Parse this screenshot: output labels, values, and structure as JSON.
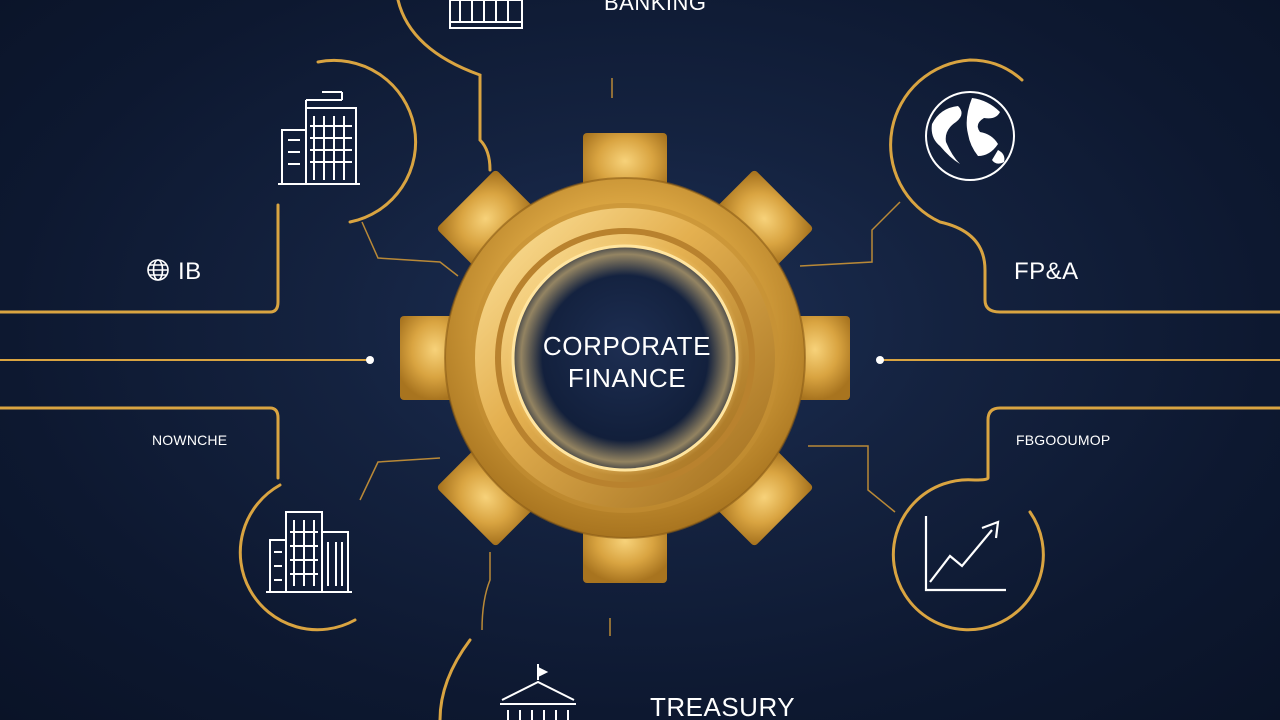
{
  "center": {
    "line1": "CORPORATE",
    "line2": "FINANCE"
  },
  "nodes": {
    "banking": "BANKING",
    "ib": "IB",
    "fpa": "FP&A",
    "left_lower": "NOWNCHE",
    "right_lower": "FBGOOUMOP",
    "treasury": "TREASURY"
  },
  "icons": {
    "banking": "bank-building-icon",
    "top_left": "office-building-icon",
    "ib": "globe-icon",
    "top_right": "world-map-globe-icon",
    "bottom_left": "city-buildings-icon",
    "bottom_right": "growth-chart-icon",
    "treasury": "treasury-building-icon"
  },
  "colors": {
    "background": "#0c1830",
    "gold": "#d9a441",
    "gold_light": "#f2c66a",
    "text": "#ffffff"
  }
}
